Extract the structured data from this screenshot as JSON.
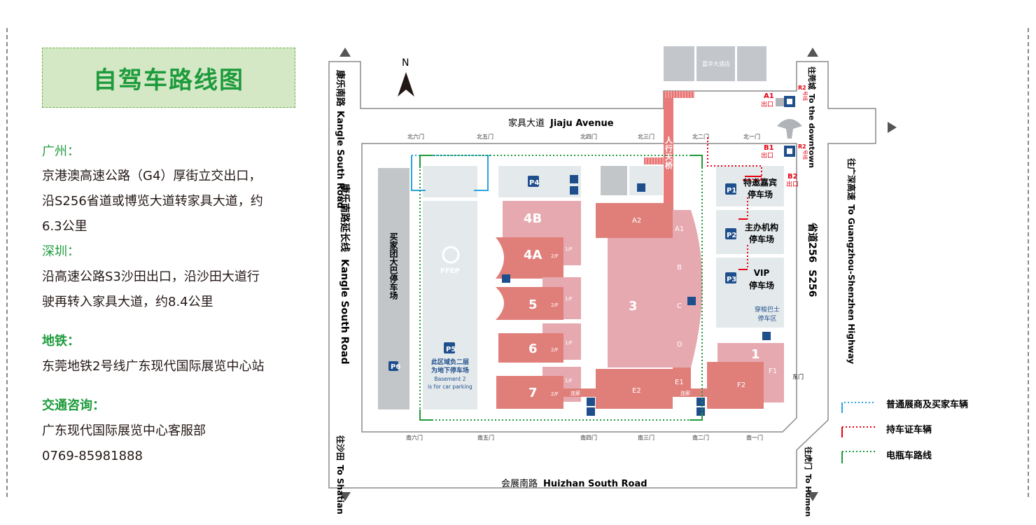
{
  "title": "自驾车路线图",
  "routes": [
    {
      "heading": "广州：",
      "lines": [
        "京港澳高速公路（G4）厚街立交出口，",
        "沿S256省道或博览大道转家具大道，约",
        "6.3公里"
      ]
    },
    {
      "heading": "深圳：",
      "lines": [
        "沿高速公路S3沙田出口，沿沙田大道行",
        "驶再转入家具大道，约8.4公里"
      ]
    }
  ],
  "metro": {
    "heading": "地铁：",
    "text": "东莞地铁2号线广东现代国际展览中心站"
  },
  "contact": {
    "heading": "交通咨询：",
    "org": "广东现代国际展览中心客服部",
    "phone": "0769-85981888"
  },
  "map": {
    "north": "N",
    "roads": {
      "top_cn": "家具大道",
      "top_en": "Jiaju Avenue",
      "bottom_cn": "会展南路",
      "bottom_en": "Huizhan South Road",
      "left_cn": "康乐南路",
      "left_en": "Kangle South Road",
      "left_ext_cn": "康乐南路延长线",
      "left_ext_en": "Kangle South Road",
      "right_cn": "省道256",
      "right_en": "S256"
    },
    "directions": {
      "to_downtown_cn": "往莞城",
      "to_downtown_en": "To the downtown",
      "to_highway_cn": "往广深高速",
      "to_highway_en": "To Guangzhou-Shenzhen Highway",
      "to_shatian_cn": "往沙田",
      "to_shatian_en": "To Shatian",
      "to_humen_cn": "往虎门",
      "to_humen_en": "To Humen"
    },
    "hotel": "嘉华大酒店",
    "bridge": "人行天桥",
    "metro_exits": {
      "a1": "A1",
      "b1": "B1",
      "b2": "B2",
      "exit": "出口",
      "r2_a": "R2",
      "r2_b": "R2",
      "line": "号线"
    },
    "north_gates": [
      "北六门",
      "北五门",
      "北四门",
      "北三门",
      "北二门",
      "北一门"
    ],
    "south_gates": [
      "南六门",
      "南五门",
      "南四门",
      "南三门",
      "南二门",
      "南一门"
    ],
    "east_gate": "东门",
    "halls": {
      "h4b": "4B",
      "h4a": "4A",
      "h5": "5",
      "h6": "6",
      "h7": "7",
      "h3": "3",
      "a2": "A2",
      "a1": "A1",
      "b": "B",
      "c": "C",
      "d": "D",
      "e1": "E1",
      "e2": "E2",
      "h1": "1",
      "f1": "F1",
      "f2": "F2",
      "floor1": "1/F",
      "floor2": "2/F",
      "corridor": "连廊"
    },
    "parking": {
      "p1_line1": "特邀嘉宾",
      "p1_line2": "停车场",
      "p2_line1": "主办机构",
      "p2_line2": "停车场",
      "p3_line1": "VIP",
      "p3_line2": "停车场",
      "shuttle_line1": "穿梭巴士",
      "shuttle_line2": "停车区",
      "bus": "买家团大巴停车场",
      "p5_cn1": "此区域负二层",
      "p5_cn2": "为地下停车场",
      "p5_en1": "Basement 2",
      "p5_en2": "is for car parking",
      "p1": "P1",
      "p2": "P2",
      "p3": "P3",
      "p4": "P4",
      "p5": "P5",
      "p6": "P6"
    },
    "ffep": "FFEP"
  },
  "legend": [
    {
      "label": "普通展商及买家车辆",
      "color": "#29a3e0"
    },
    {
      "label": "持车证车辆",
      "color": "#e60012"
    },
    {
      "label": "电瓶车路线",
      "color": "#1e9b3c"
    }
  ]
}
